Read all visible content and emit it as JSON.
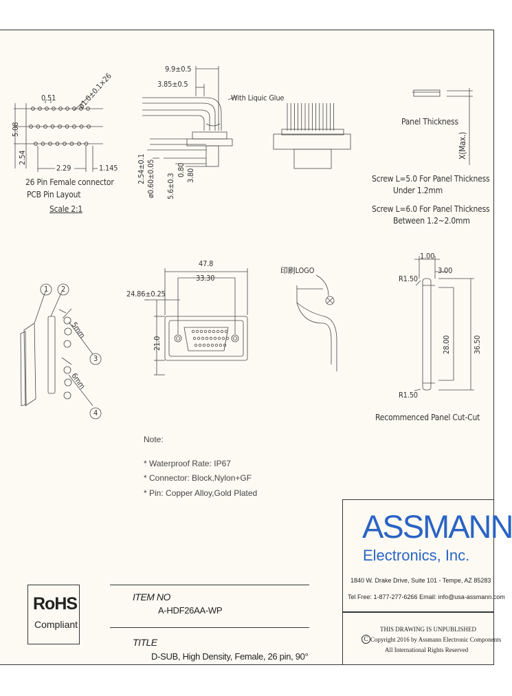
{
  "pcb": {
    "dim_pitch": "0.51",
    "dim_hole": "ø1.0±0.1×26",
    "dim_row1": "5.08",
    "dim_row2": "2.54",
    "dim_229": "2.29",
    "dim_1145": "1.145",
    "caption_line1": "26 Pin Female connector",
    "caption_line2": "PCB Pin Layout",
    "scale": "Scale 2:1"
  },
  "side": {
    "dim_99": "9.9±0.5",
    "dim_385": "3.85±0.5",
    "glue": "With Liquic Glue",
    "v_254": "2.54±0.1",
    "v_060": "ø0.60±0.05",
    "v_56": "5.6±0.3",
    "v_080": "0.80",
    "v_380": "3.80"
  },
  "panel": {
    "thickness_label": "Panel Thickness",
    "x_max": "X(Max.)",
    "screw1_line1": "Screw L=5.0 For Panel Thickness",
    "screw1_line2": "Under 1.2mm",
    "screw2_line1": "Screw L=6.0 For Panel Thickness",
    "screw2_line2": "Between 1.2~2.0mm"
  },
  "front": {
    "dim_478": "47.8",
    "dim_3330": "33.30",
    "dim_2486": "24.86±0.25",
    "dim_210": "21.0"
  },
  "exploded": {
    "callout_1": "1",
    "callout_2": "2",
    "callout_3": "3",
    "callout_4": "4",
    "dim_5mm": "5mm",
    "dim_6mm": "6mm"
  },
  "logo_view": {
    "logo_label": "印刷LOGO"
  },
  "cutout": {
    "dim_100": "1.00",
    "dim_300": "3.00",
    "r_top": "R1.50",
    "r_bottom": "R1.50",
    "dim_2800": "28.00",
    "dim_3650": "36.50",
    "caption": "Recommenced Panel Cut-Cut"
  },
  "notes": {
    "heading": "Note:",
    "items": [
      "Waterproof Rate: IP67",
      "Connector: Block,Nylon+GF",
      "Pin: Copper Alloy,Gold Plated"
    ]
  },
  "brand": {
    "name": "ASSMANN",
    "sub": "Electronics, Inc.",
    "address": "1840 W. Drake Drive, Suite 101 - Tempe, AZ 85283",
    "contact": "Tel Free: 1-877-277-6266   Email: info@usa-assmann.com",
    "color": "#2a64c4"
  },
  "legal": {
    "line1": "THIS DRAWING IS UNPUBLISHED",
    "line2": "Copyright 2016 by Assmann Electronic Components",
    "line3": "All International Rights Reserved",
    "copyright_symbol": "C"
  },
  "rohs": {
    "title": "RoHS",
    "sub": "Compliant"
  },
  "title_block": {
    "item_no_label": "ITEM NO",
    "item_no_value": "A-HDF26AA-WP",
    "title_label": "TITLE",
    "title_value": "D-SUB, High Density, Female, 26 pin, 90°"
  }
}
